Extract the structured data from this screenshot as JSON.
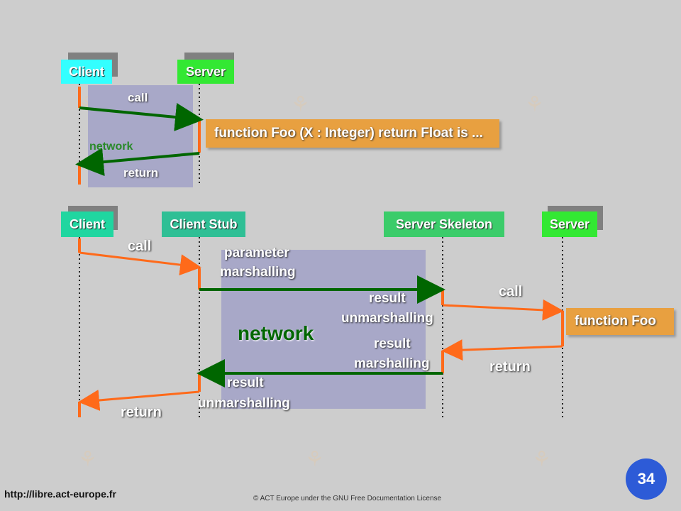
{
  "top": {
    "client": "Client",
    "server": "Server",
    "call": "call",
    "network": "network",
    "return": "return",
    "function_note": "function Foo (X : Integer) return Float is ..."
  },
  "bottom": {
    "client": "Client",
    "client_stub": "Client Stub",
    "server_skeleton": "Server Skeleton",
    "server": "Server",
    "call_left": "call",
    "param_1": "parameter",
    "param_2": "marshalling",
    "result_unmarsh_1": "result",
    "result_unmarsh_2": "unmarshalling",
    "call_right": "call",
    "network": "network",
    "result_marsh_1": "result",
    "result_marsh_2": "marshalling",
    "return_right": "return",
    "result_unmarsh_left_1": "result",
    "result_unmarsh_left_2": "unmarshalling",
    "return_left": "return",
    "function_note": "function Foo"
  },
  "footer": {
    "url": "http://libre.act-europe.fr",
    "copyright": "© ACT Europe under the GNU Free Documentation License",
    "page": "34"
  }
}
